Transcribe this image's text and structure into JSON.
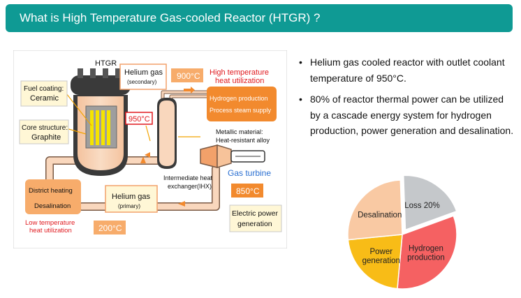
{
  "title": "What is High Temperature Gas-cooled Reactor (HTGR) ?",
  "bullets": [
    "Helium gas cooled reactor with outlet coolant temperature of 950°C.",
    "80% of reactor thermal power can be utilized by a cascade energy system for hydrogen production, power generation and desalination."
  ],
  "diagram": {
    "htgr": "HTGR",
    "fuel_coating_1": "Fuel coating:",
    "fuel_coating_2": "Ceramic",
    "core_structure_1": "Core structure:",
    "core_structure_2": "Graphite",
    "helium_secondary_1": "Helium gas",
    "helium_secondary_2": "(secondary)",
    "temp_900": "900°C",
    "high_temp_1": "High temperature",
    "high_temp_2": "heat utilization",
    "hydrogen_production": "Hydrogen production",
    "process_steam": "Process steam supply",
    "temp_950": "950°C",
    "metallic_1": "Metallic material:",
    "metallic_2": "Heat-resistant alloy",
    "ihx_1": "Intermediate heat",
    "ihx_2": "exchanger(IHX)",
    "gas_turbine": "Gas turbine",
    "district_heating": "District heating",
    "desalination": "Desalination",
    "helium_primary_1": "Helium gas",
    "helium_primary_2": "(primary)",
    "temp_850": "850°C",
    "low_temp_1": "Low temperature",
    "low_temp_2": "heat utilization",
    "temp_200": "200°C",
    "electric_1": "Electric power",
    "electric_2": "generation"
  },
  "colors": {
    "title_bg": "#0f9a94",
    "hydrogen": "#f56162",
    "power": "#f8bc17",
    "desalination": "#f9c9a3",
    "loss": "#c5c8cb",
    "orange": "#f28a2e",
    "red_text": "#e0191e",
    "blue_text": "#2a6fd1"
  },
  "chart_data": {
    "type": "pie",
    "slices": [
      {
        "label": "Hydrogen production",
        "value": 32,
        "color": "#f56162"
      },
      {
        "label": "Power generation",
        "value": 22,
        "color": "#f8bc17"
      },
      {
        "label": "Desalination",
        "value": 26,
        "color": "#f9c9a3"
      },
      {
        "label": "Loss 20%",
        "value": 20,
        "color": "#c5c8cb"
      }
    ],
    "start_angle_deg": -20,
    "exploded": "Loss 20%"
  }
}
